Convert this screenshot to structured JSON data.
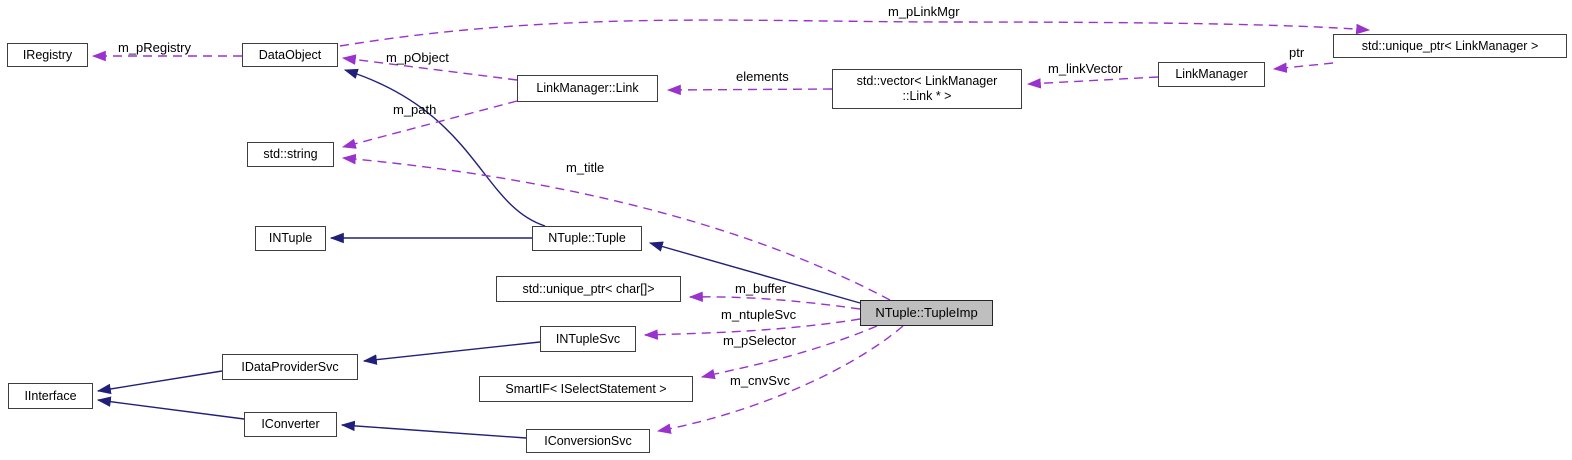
{
  "diagram": {
    "kind": "class-collaboration-diagram",
    "focus_node": "NTuple::TupleImp",
    "colors": {
      "inheritance_arrow": "#20207a",
      "usage_arrow": "#9a32cd",
      "node_border": "#3e3e3e",
      "node_fill": "#ffffff",
      "focus_node_fill": "#bfbfbf",
      "background": "#ffffff",
      "text": "#000000"
    },
    "nodes": [
      {
        "id": "iregistry",
        "label": "IRegistry"
      },
      {
        "id": "dataobject",
        "label": "DataObject"
      },
      {
        "id": "uptr-linkmanager",
        "label": "std::unique_ptr< LinkManager >"
      },
      {
        "id": "linkmanager",
        "label": "LinkManager"
      },
      {
        "id": "vector-links",
        "label": "std::vector< LinkManager",
        "label_line2": "::Link * >"
      },
      {
        "id": "linkmanager-link",
        "label": "LinkManager::Link"
      },
      {
        "id": "std-string",
        "label": "std::string"
      },
      {
        "id": "intuple",
        "label": "INTuple"
      },
      {
        "id": "ntuple-tuple",
        "label": "NTuple::Tuple"
      },
      {
        "id": "uptr-char",
        "label": "std::unique_ptr< char[]>"
      },
      {
        "id": "ntuple-tupleimp",
        "label": "NTuple::TupleImp"
      },
      {
        "id": "intuplesvc",
        "label": "INTupleSvc"
      },
      {
        "id": "idataprovidersvc",
        "label": "IDataProviderSvc"
      },
      {
        "id": "smartif",
        "label": "SmartIF< ISelectStatement >"
      },
      {
        "id": "iinterface",
        "label": "IInterface"
      },
      {
        "id": "iconverter",
        "label": "IConverter"
      },
      {
        "id": "iconversionsvc",
        "label": "IConversionSvc"
      }
    ],
    "edges": [
      {
        "label": "m_pRegistry",
        "from": "DataObject",
        "to": "IRegistry",
        "type": "usage"
      },
      {
        "label": "m_pObject",
        "from": "LinkManager::Link",
        "to": "DataObject",
        "type": "usage"
      },
      {
        "label": "m_pLinkMgr",
        "from": "DataObject",
        "to": "std::unique_ptr< LinkManager >",
        "type": "usage"
      },
      {
        "label": "ptr",
        "from": "std::unique_ptr< LinkManager >",
        "to": "LinkManager",
        "type": "usage"
      },
      {
        "label": "m_linkVector",
        "from": "LinkManager",
        "to": "std::vector< LinkManager::Link * >",
        "type": "usage"
      },
      {
        "label": "elements",
        "from": "std::vector< LinkManager::Link * >",
        "to": "LinkManager::Link",
        "type": "usage"
      },
      {
        "label": "m_path",
        "from": "LinkManager::Link",
        "to": "std::string",
        "type": "usage"
      },
      {
        "label": "m_title",
        "from": "NTuple::TupleImp",
        "to": "std::string",
        "type": "usage"
      },
      {
        "label": "m_buffer",
        "from": "NTuple::TupleImp",
        "to": "std::unique_ptr< char[]>",
        "type": "usage"
      },
      {
        "label": "m_ntupleSvc",
        "from": "NTuple::TupleImp",
        "to": "INTupleSvc",
        "type": "usage"
      },
      {
        "label": "m_pSelector",
        "from": "NTuple::TupleImp",
        "to": "SmartIF< ISelectStatement >",
        "type": "usage"
      },
      {
        "label": "m_cnvSvc",
        "from": "NTuple::TupleImp",
        "to": "IConversionSvc",
        "type": "usage"
      },
      {
        "label": "",
        "from": "NTuple::Tuple",
        "to": "INTuple",
        "type": "inheritance"
      },
      {
        "label": "",
        "from": "NTuple::TupleImp",
        "to": "NTuple::Tuple",
        "type": "inheritance"
      },
      {
        "label": "",
        "from": "NTuple::Tuple",
        "to": "DataObject",
        "type": "inheritance"
      },
      {
        "label": "",
        "from": "INTupleSvc",
        "to": "IDataProviderSvc",
        "type": "inheritance"
      },
      {
        "label": "",
        "from": "IDataProviderSvc",
        "to": "IInterface",
        "type": "inheritance"
      },
      {
        "label": "",
        "from": "IConverter",
        "to": "IInterface",
        "type": "inheritance"
      },
      {
        "label": "",
        "from": "IConversionSvc",
        "to": "IConverter",
        "type": "inheritance"
      }
    ]
  }
}
